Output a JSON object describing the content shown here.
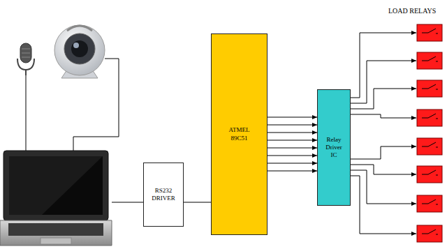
{
  "diagram": {
    "nodes": [
      {
        "text": [
          "RS232 DRIVER"
        ]
      },
      {
        "text": [
          "ATMEL 89C51"
        ]
      },
      {
        "text": [
          "Relay Driver IC"
        ]
      }
    ],
    "edges": [
      {
        "from": 0,
        "to": 1,
        "arrow": "none"
      },
      {
        "from": 1,
        "to": 2,
        "arrow": "to"
      },
      {
        "from": 1,
        "to": 2,
        "arrow": "to"
      },
      {
        "from": 1,
        "to": 2,
        "arrow": "to"
      },
      {
        "from": 1,
        "to": 2,
        "arrow": "to"
      },
      {
        "from": 1,
        "to": 2,
        "arrow": "to"
      },
      {
        "from": 1,
        "to": 2,
        "arrow": "to"
      },
      {
        "from": 1,
        "to": 2,
        "arrow": "to"
      },
      {
        "from": 1,
        "to": 2,
        "arrow": "to"
      }
    ],
    "labels": [
      "LOAD RELAYS"
    ]
  }
}
